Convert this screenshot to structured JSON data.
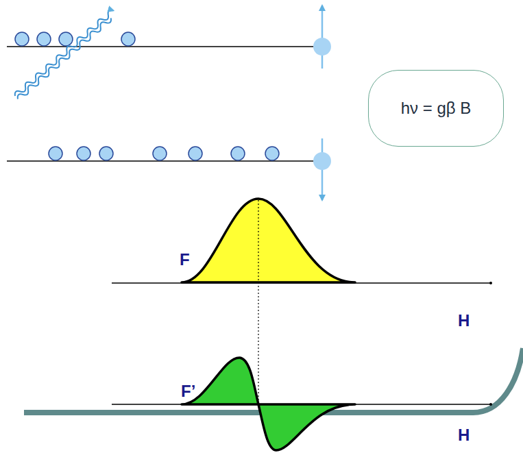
{
  "diagram": {
    "nodes": [
      {
        "text": [
          "hν = gβ B"
        ]
      }
    ],
    "labels": [
      "F",
      "H",
      "F’",
      "H"
    ]
  }
}
